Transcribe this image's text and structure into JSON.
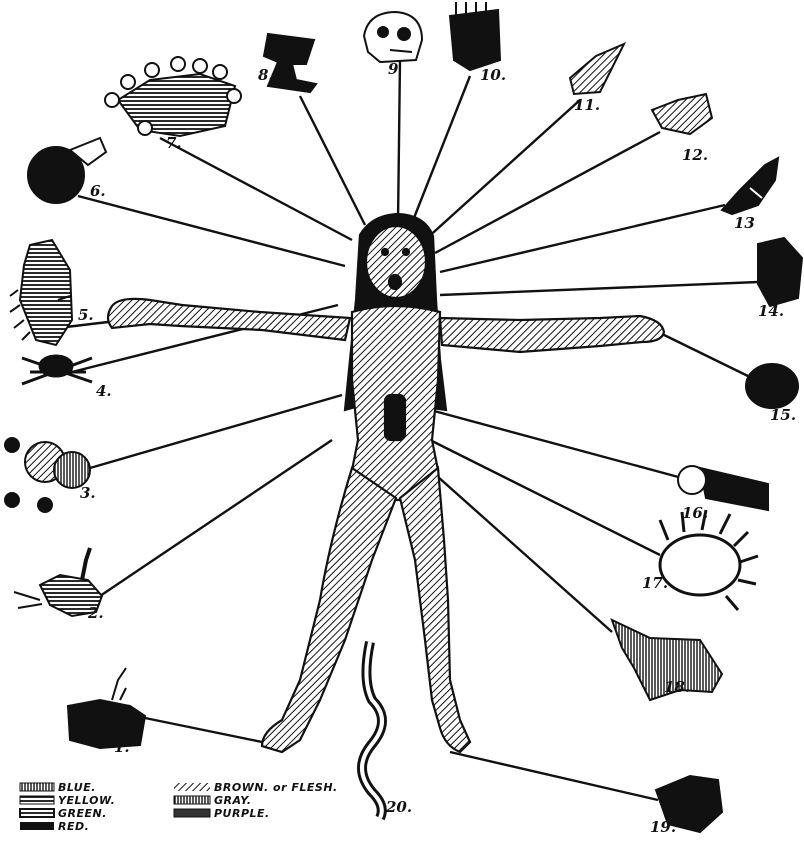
{
  "figure": {
    "glyph_numbers": [
      "1.",
      "2.",
      "3.",
      "4.",
      "5.",
      "6.",
      "7.",
      "8.",
      "9",
      "10.",
      "11.",
      "12.",
      "13",
      "14.",
      "15.",
      "16.",
      "17.",
      "18.",
      "19.",
      "20."
    ],
    "legend": {
      "blue": "BLUE.",
      "yellow": "YELLOW.",
      "green": "GREEN.",
      "red": "RED.",
      "brown": "BROWN. or FLESH.",
      "gray": "GRAY.",
      "purple": "PURPLE."
    }
  }
}
